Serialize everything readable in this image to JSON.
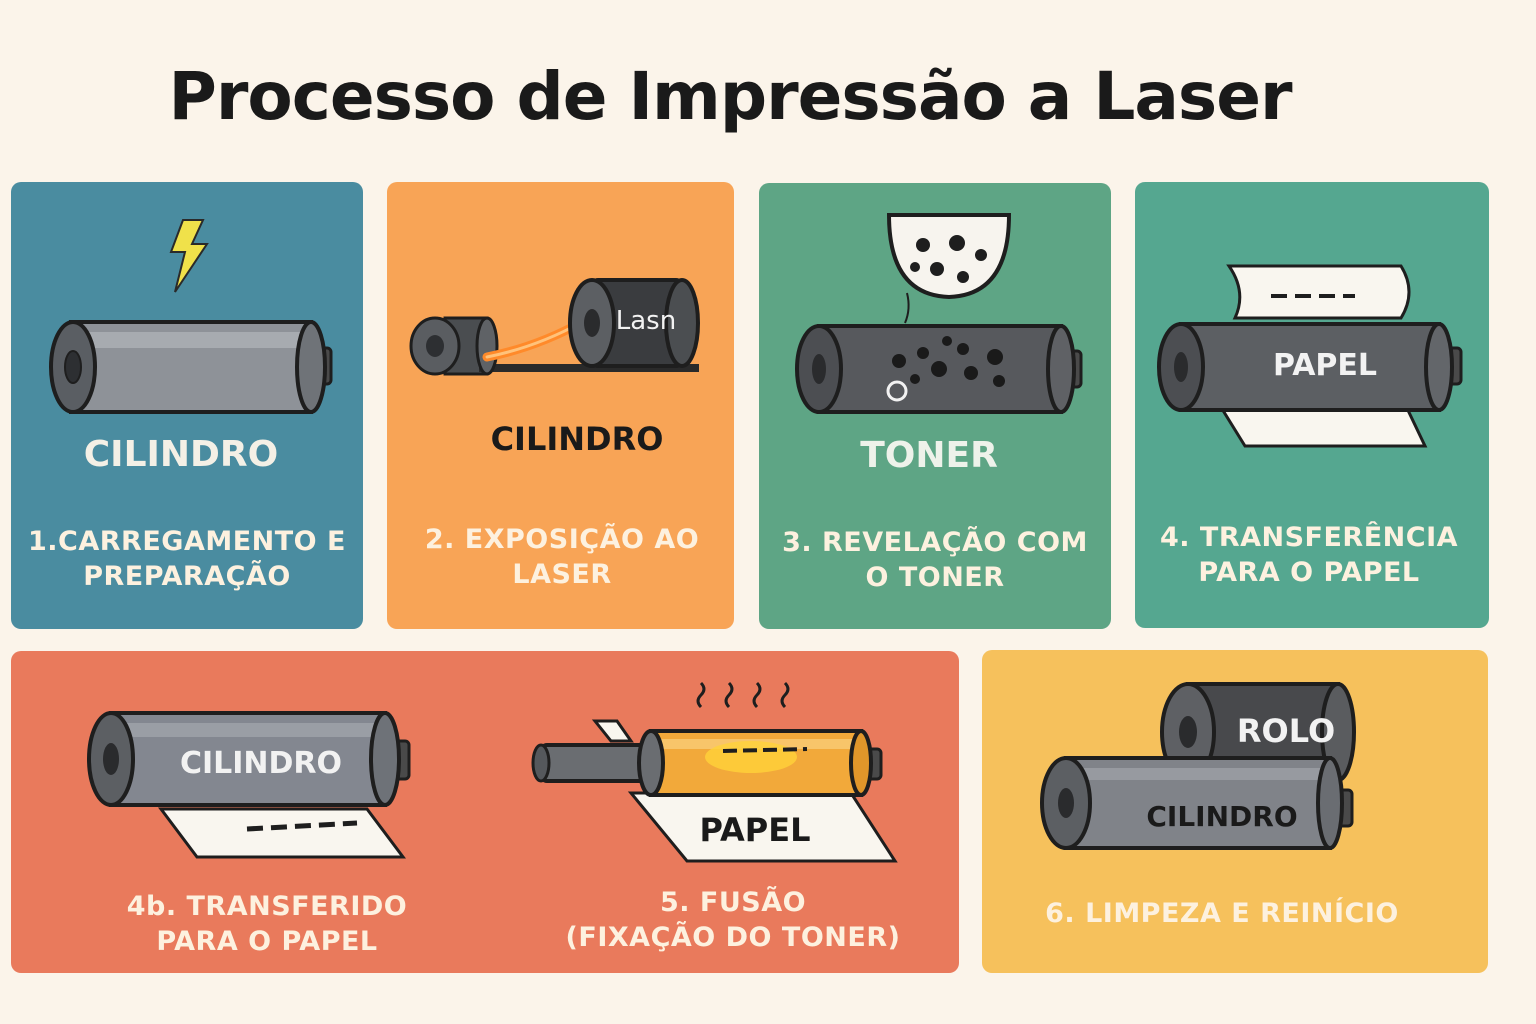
{
  "title": "Processo de Impressão a Laser",
  "colors": {
    "background": "#fbf4ea",
    "step1": "#4a8ca0",
    "step2": "#f8a456",
    "step3": "#5ea585",
    "step4": "#55a790",
    "step45": "#e97a5c",
    "step6": "#f6c15c"
  },
  "steps": [
    {
      "caption": "1.CARREGAMENTO E\nPREPARAÇÃO",
      "label": "CILINDRO",
      "icon": "lightning-icon"
    },
    {
      "caption": "2. EXPOSIÇÃO AO\nLASER",
      "label": "CILINDRO",
      "laser_label": "Lasn",
      "icon": "laser-beam-icon"
    },
    {
      "caption": "3. REVELAÇÃO COM\nO TONER",
      "label": "TONER",
      "icon": "toner-hopper-icon"
    },
    {
      "caption": "4. TRANSFERÊNCIA\nPARA O PAPEL",
      "label": "PAPEL",
      "icon": "paper-sheet-icon"
    },
    {
      "caption": "4b. TRANSFERIDO\nPARA O PAPEL",
      "label": "CILINDRO",
      "icon": "paper-sheet-icon"
    },
    {
      "caption": "5. FUSÃO\n(FIXAÇÃO DO TONER)",
      "label": "PAPEL",
      "icon": "heat-waves-icon"
    },
    {
      "caption": "6. LIMPEZA E REINÍCIO",
      "label": "CILINDRO",
      "roller_label": "ROLO",
      "icon": "rollers-icon"
    }
  ]
}
